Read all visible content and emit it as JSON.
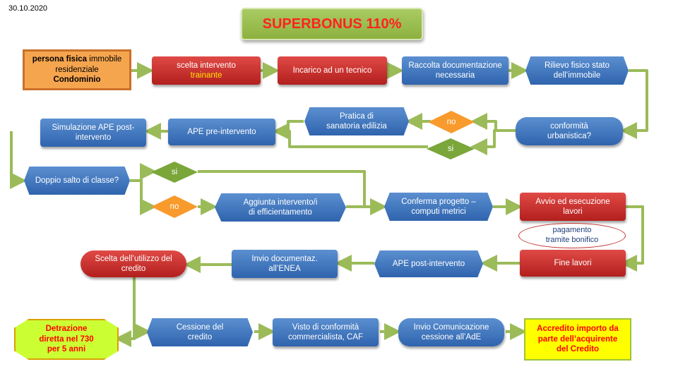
{
  "date": "30.10.2020",
  "title": "SUPERBONUS 110%",
  "nodes": {
    "persona": {
      "line1_bold": "persona fisica",
      "line1_rest": " immobile",
      "line2": "residenziale",
      "line3": "Condominio"
    },
    "scelta_intervento": {
      "line1": "scelta intervento",
      "line2": "trainante"
    },
    "incarico": "Incarico ad un tecnico",
    "raccolta": {
      "line1": "Raccolta documentazione",
      "line2": "necessaria"
    },
    "rilievo": {
      "line1": "Rilievo fisico stato",
      "line2": "dell’immobile"
    },
    "conformita": {
      "line1": "conformità",
      "line2": "urbanistica?"
    },
    "pratica": {
      "line1": "Pratica di",
      "line2": "sanatoria edilizia"
    },
    "no1": "no",
    "si1": "si",
    "ape_pre": "APE pre-intervento",
    "simulazione": {
      "line1": "Simulazione APE post-",
      "line2": "intervento"
    },
    "doppio": "Doppio salto di classe?",
    "si2": "si",
    "no2": "no",
    "aggiunta": {
      "line1": "Aggiunta intervento/i",
      "line2": "di efficientamento"
    },
    "conferma": {
      "line1": "Conferma progetto –",
      "line2": "computi metrici"
    },
    "avvio": {
      "line1": "Avvio ed esecuzione",
      "line2": "lavori"
    },
    "pagamento": {
      "line1": "pagamento",
      "line2": "tramite bonifico"
    },
    "fine": "Fine lavori",
    "ape_post": "APE post-intervento",
    "invio_enea": {
      "line1": "Invio documentaz.",
      "line2": "all’ENEA"
    },
    "scelta_utilizzo": {
      "line1": "Scelta dell’utilizzo del",
      "line2": "credito"
    },
    "detrazione": {
      "line1": "Detrazione",
      "line2": "diretta nel 730",
      "line3": "per 5 anni"
    },
    "cessione": {
      "line1": "Cessione del",
      "line2": "credito"
    },
    "visto": {
      "line1": "Visto di conformità",
      "line2": "commercialista, CAF"
    },
    "invio_ade": {
      "line1": "Invio Comunicazione",
      "line2": "cessione all’AdE"
    },
    "accredito": {
      "line1": "Accredito importo da",
      "line2": "parte dell’acquirente",
      "line3": "del Credito"
    }
  },
  "colors": {
    "connector": "#9bbb59",
    "blue": "#3a6fb8",
    "red": "#c0302c",
    "orange": "#f6a54f",
    "green_title": "#9bbb59",
    "title_text": "#ff2222",
    "yellow": "#ffff00",
    "lime": "#ccff33"
  }
}
